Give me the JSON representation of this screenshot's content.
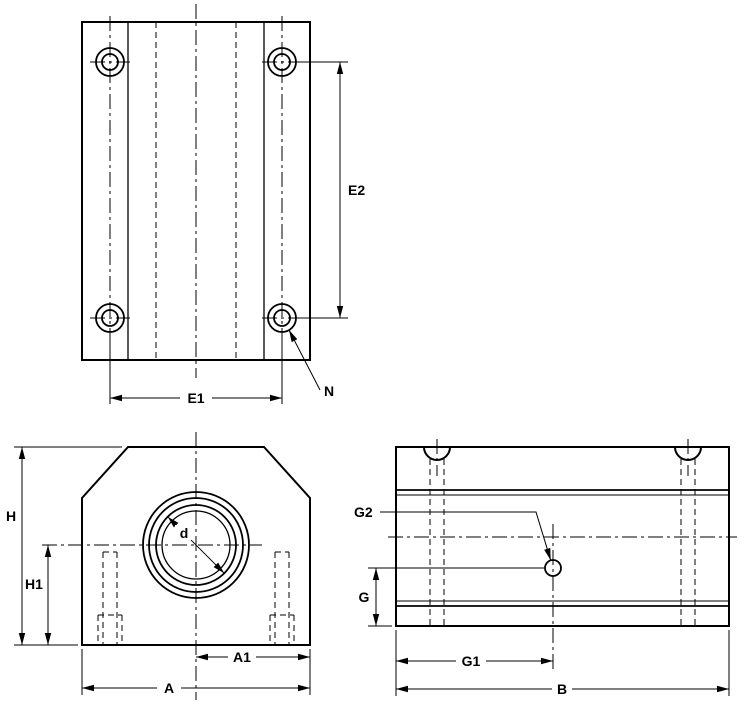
{
  "labels": {
    "E1": "E1",
    "E2": "E2",
    "N": "N",
    "H": "H",
    "H1": "H1",
    "A": "A",
    "A1": "A1",
    "d": "d",
    "G": "G",
    "G1": "G1",
    "G2": "G2",
    "B": "B"
  },
  "colors": {
    "line": "#000000",
    "background": "#ffffff"
  }
}
